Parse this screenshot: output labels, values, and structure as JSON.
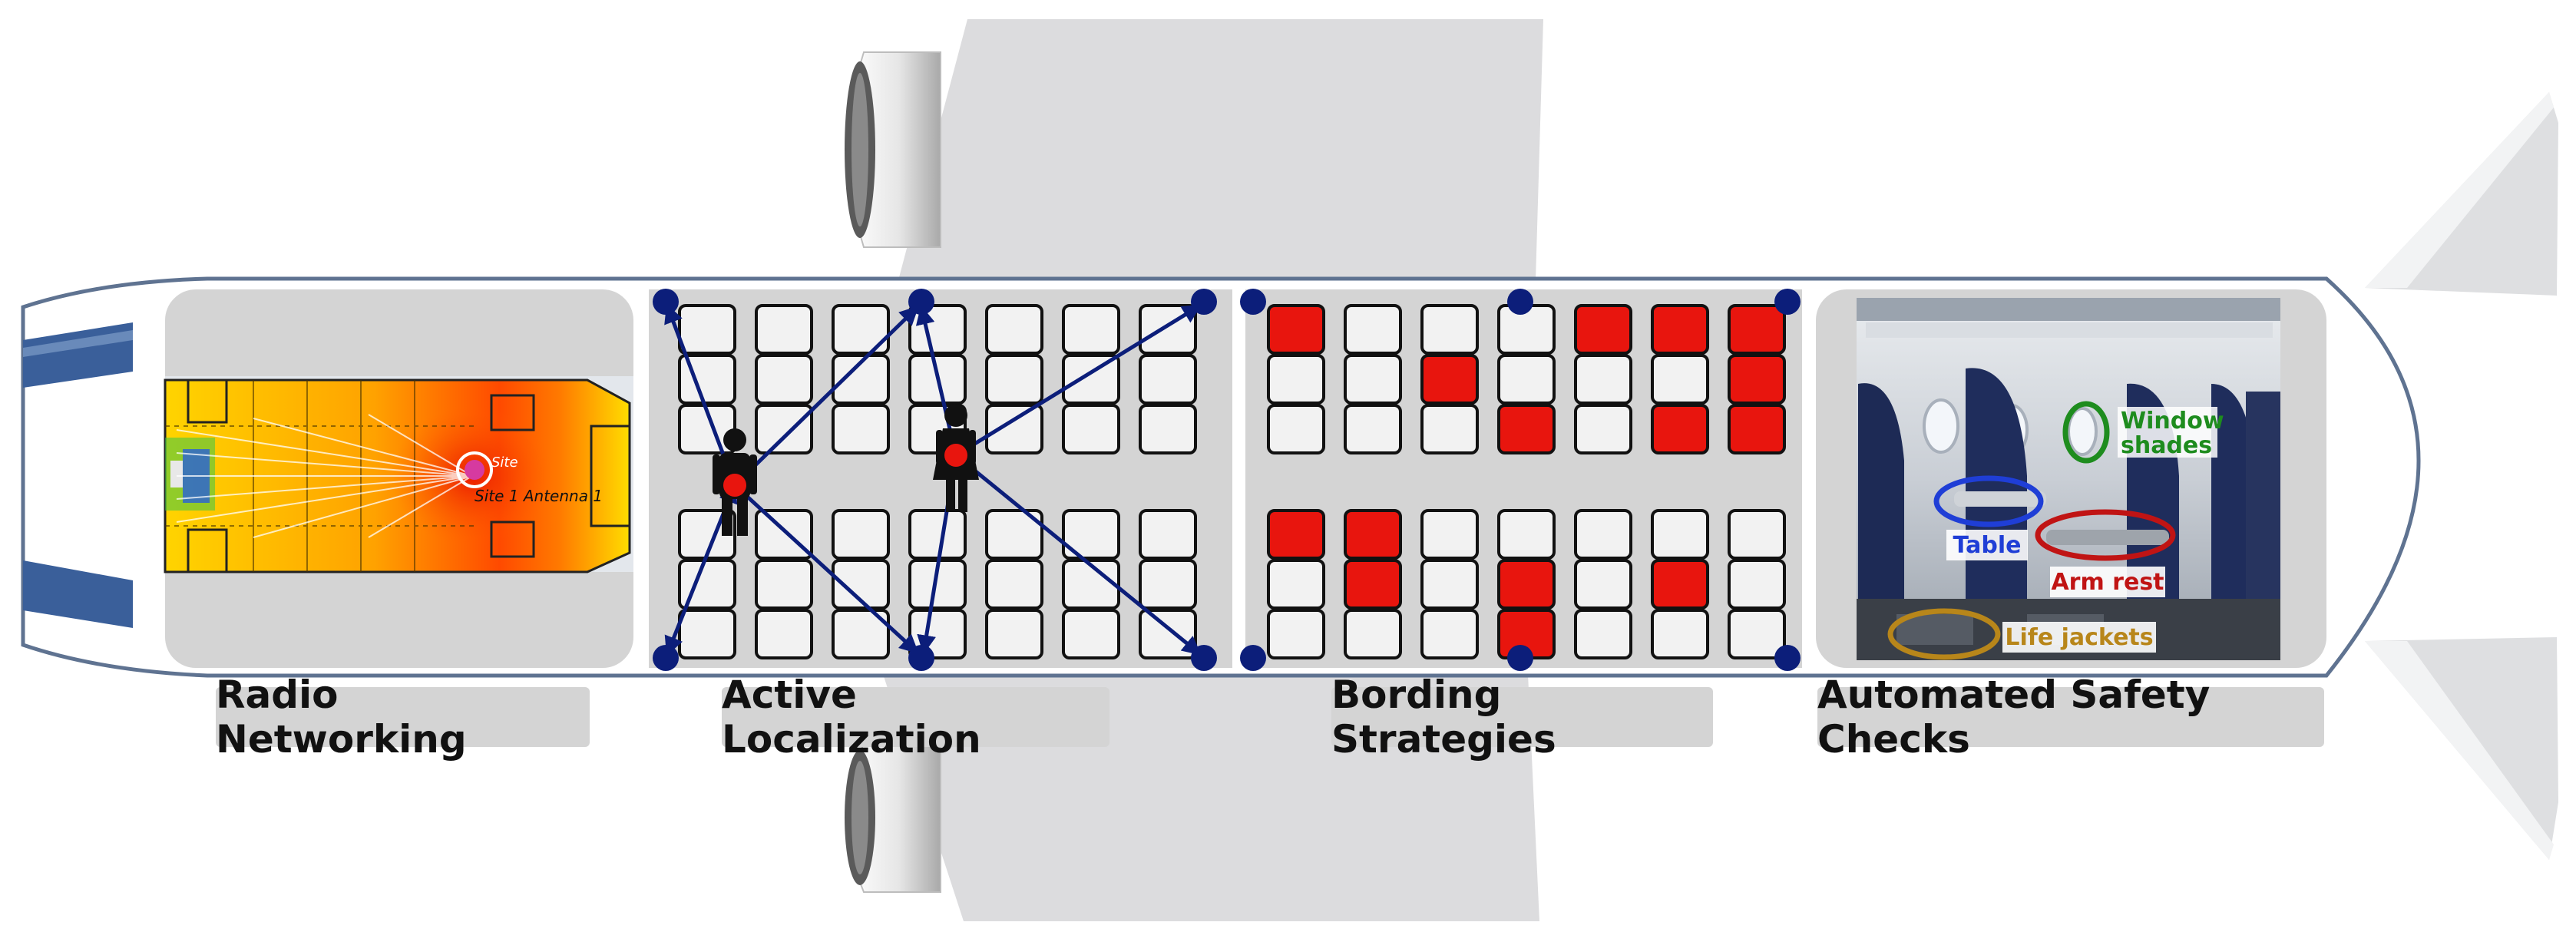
{
  "sections": {
    "radio": {
      "caption": "Radio Networking",
      "site_label": "Site 1 Antenna 1",
      "site_marker": "Site"
    },
    "localization": {
      "caption": "Active Localization"
    },
    "boarding": {
      "caption": "Bording Strategies",
      "top_block": [
        [
          1,
          0,
          0,
          0,
          1,
          1,
          1
        ],
        [
          0,
          0,
          1,
          0,
          0,
          0,
          1
        ],
        [
          0,
          0,
          0,
          1,
          0,
          1,
          1
        ]
      ],
      "bottom_block": [
        [
          1,
          1,
          0,
          0,
          0,
          0,
          0
        ],
        [
          0,
          1,
          0,
          1,
          0,
          1,
          0
        ],
        [
          0,
          0,
          0,
          1,
          0,
          0,
          0
        ]
      ]
    },
    "safety": {
      "caption": "Automated Safety Checks",
      "labels": {
        "window": "Window shades",
        "table": "Table",
        "armrest": "Arm rest",
        "lifejackets": "Life jackets"
      },
      "colors": {
        "window": "#1e8c1e",
        "table": "#1f3ed6",
        "armrest": "#c01414",
        "lifejackets": "#b8861a"
      }
    }
  },
  "colors": {
    "seat_occupied": "#e8150e",
    "seat_empty": "#f2f2f2",
    "anchor": "#0c1e7a",
    "arrow": "#0c1e7a",
    "fuselage_outline": "#5f7391",
    "panel": "#d4d4d4"
  }
}
